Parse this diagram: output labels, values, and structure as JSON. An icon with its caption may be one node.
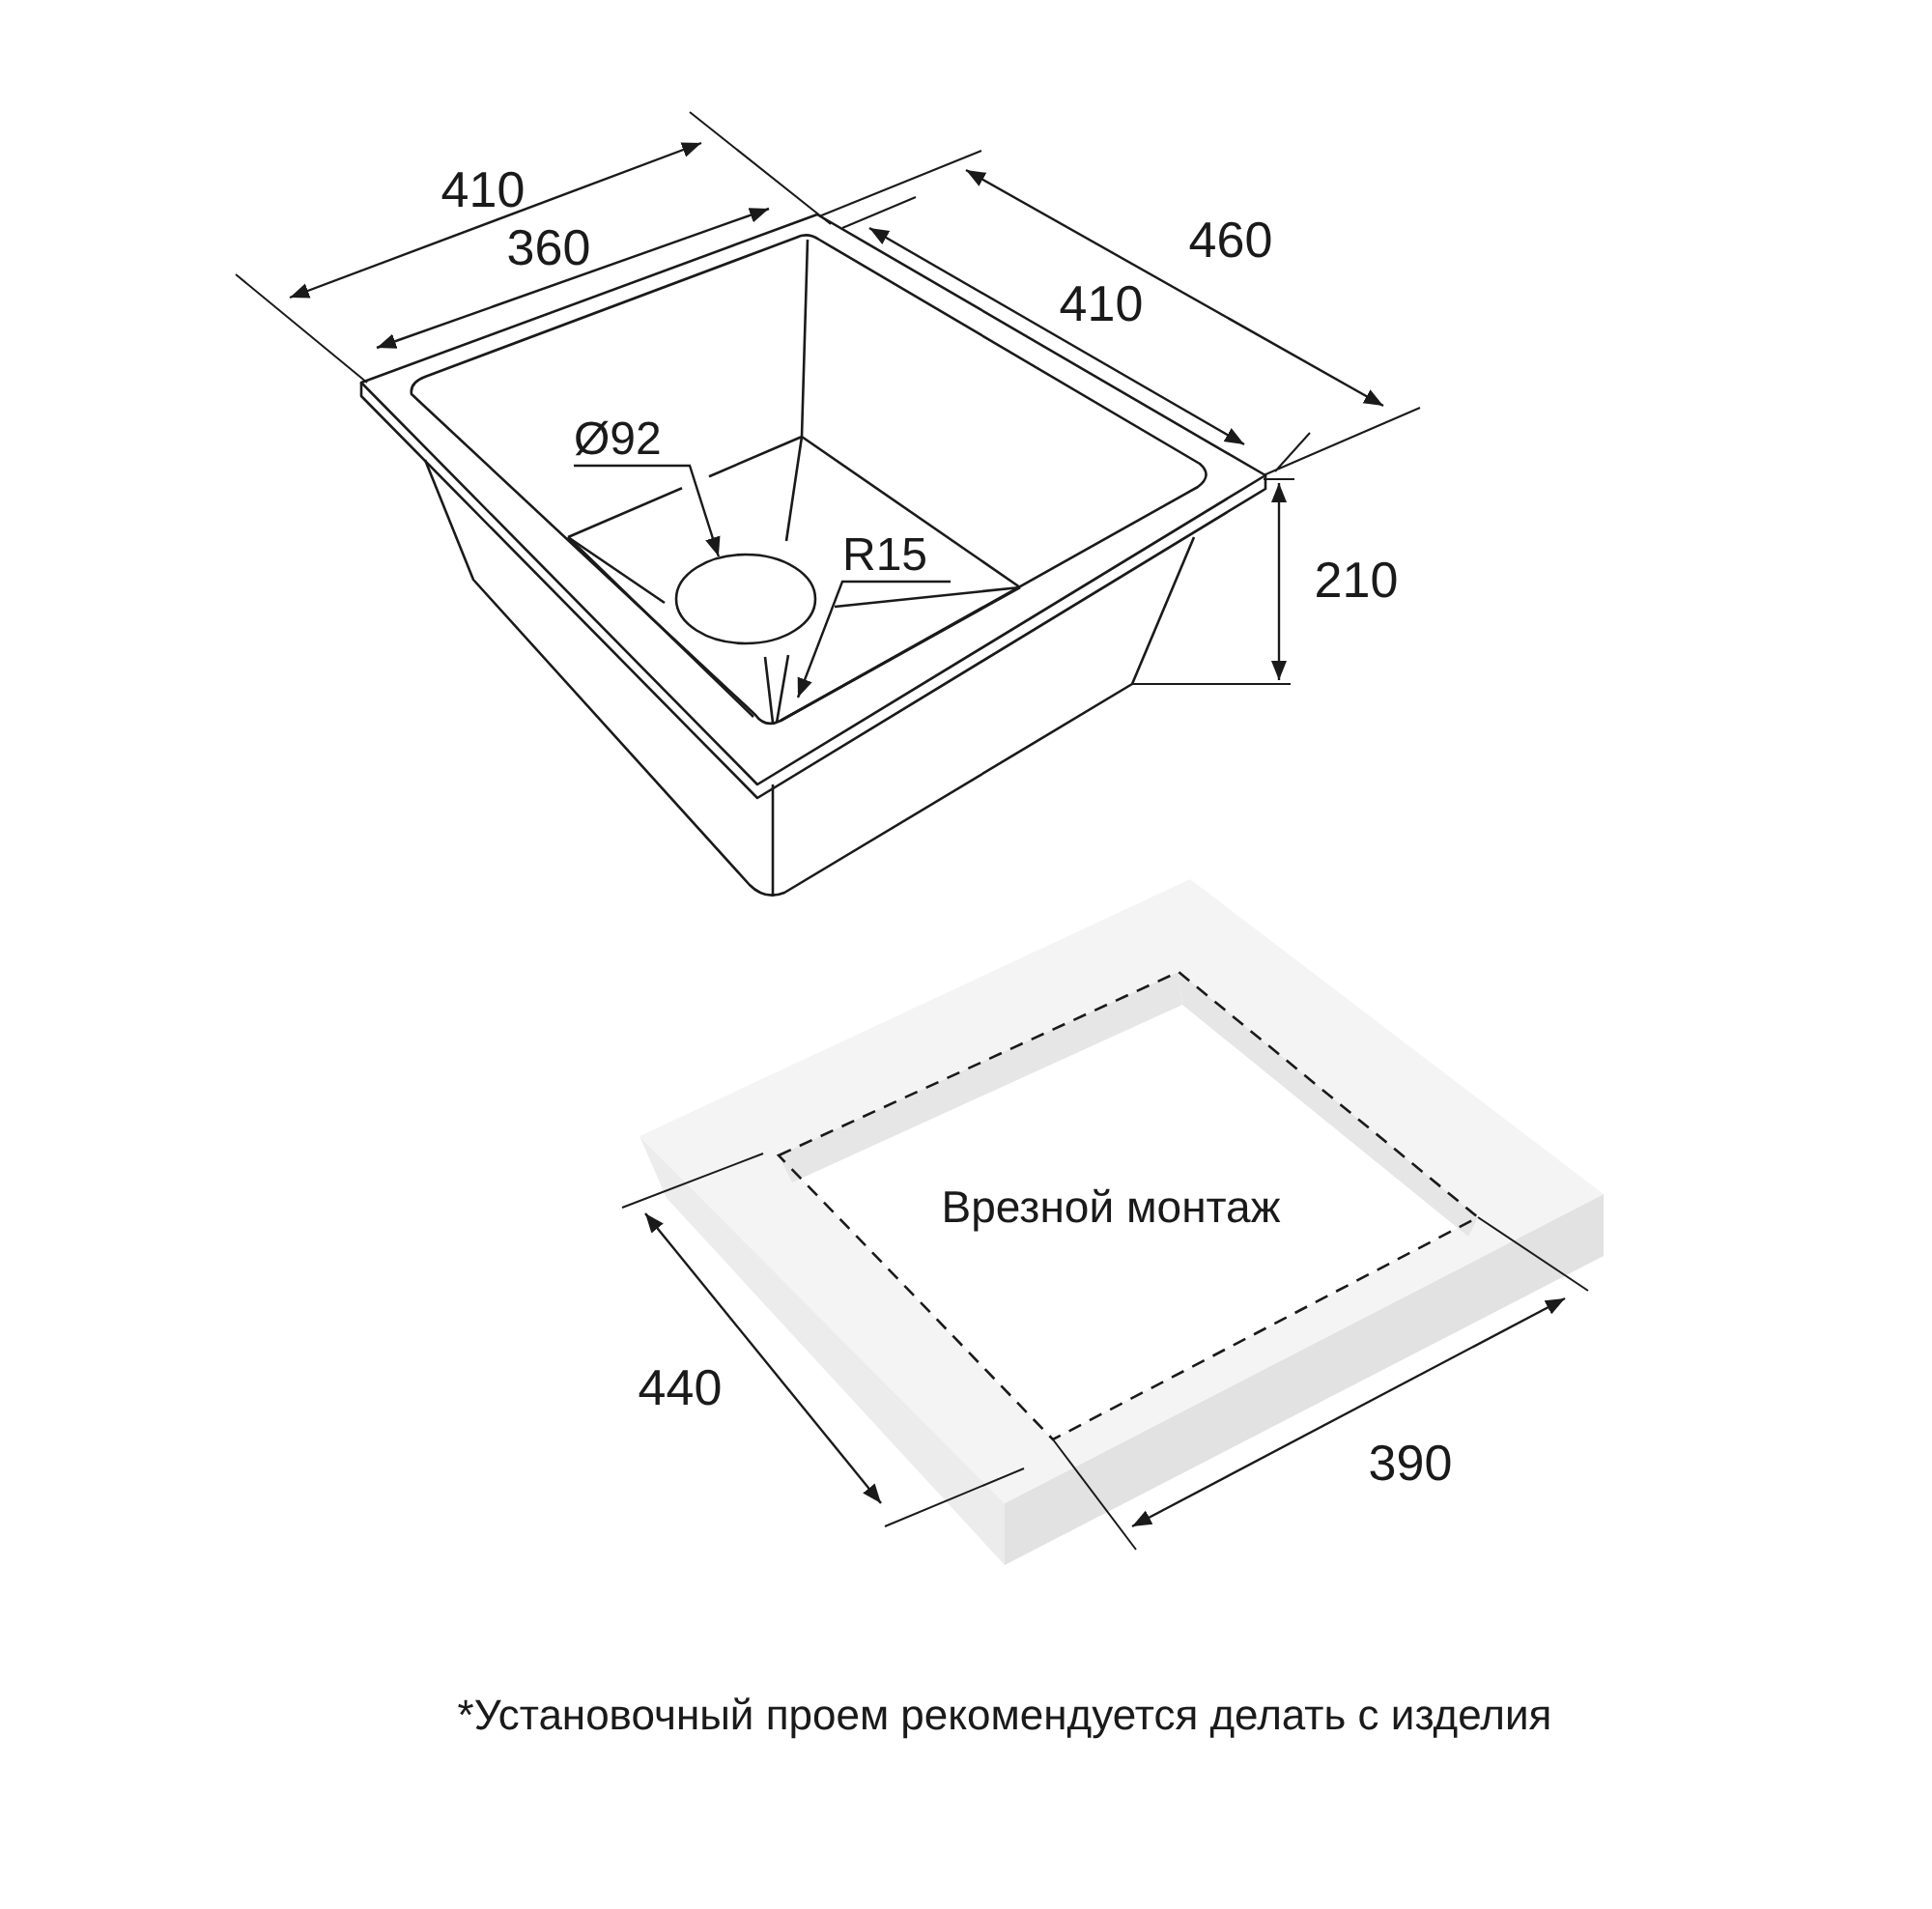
{
  "diagram": {
    "caption": "*Установочный проем рекомендуется делать с изделия",
    "nodes": [
      {
        "text": [
          "Ø92"
        ]
      },
      {
        "text": [],
        "shape": "circle"
      },
      {
        "text": [
          "R15"
        ]
      }
    ],
    "edges": [
      {
        "from": 0,
        "to": 1,
        "arrow": "to"
      },
      {
        "from": 2,
        "to": null,
        "arrow": "to"
      }
    ],
    "labels": [
      "410",
      "360",
      "460",
      "410",
      "210",
      "Врезной монтаж",
      "440",
      "390"
    ]
  }
}
